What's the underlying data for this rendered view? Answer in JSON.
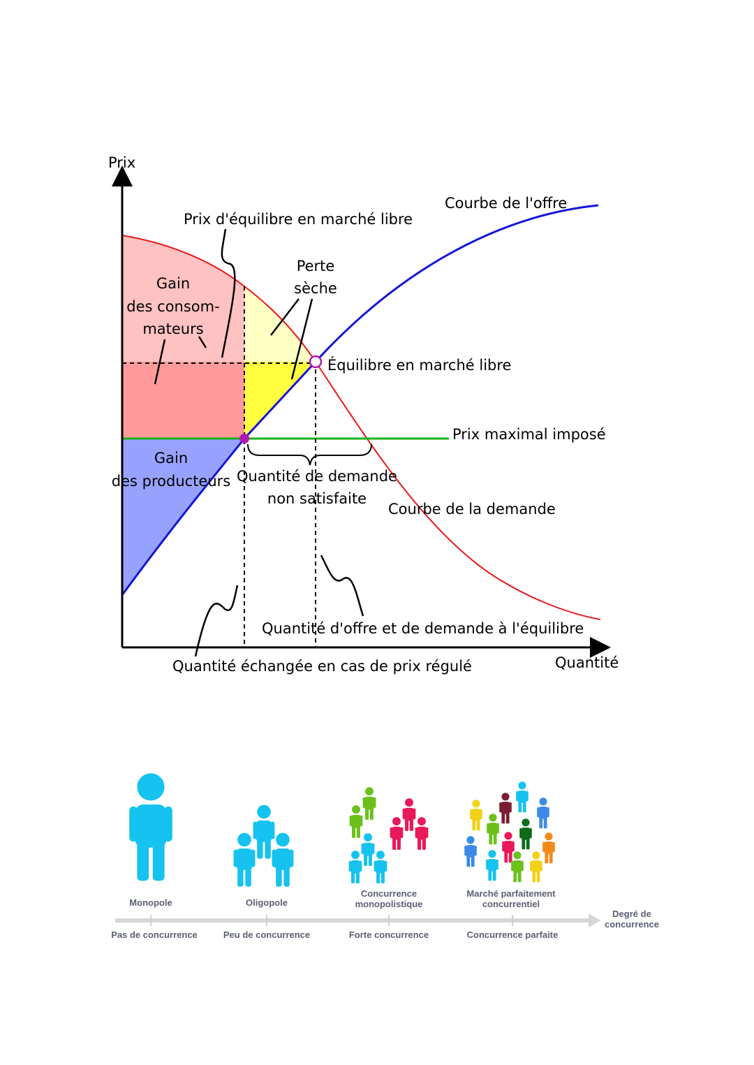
{
  "diagram": {
    "y_axis_label": "Prix",
    "x_axis_label": "Quantité",
    "supply_label": "Courbe de l'offre",
    "demand_label": "Courbe de la demande",
    "free_price_label": "Prix d'équilibre en marché libre",
    "deadweight_label": [
      "Perte",
      "sèche"
    ],
    "consumer_gain_label": [
      "Gain",
      "des consom-",
      "mateurs"
    ],
    "producer_gain_label": [
      "Gain",
      "des producteurs"
    ],
    "equilibrium_label": "Équilibre en marché libre",
    "max_price_label": "Prix maximal imposé",
    "unmet_demand_label": [
      "Quantité de demande",
      "non satisfaite"
    ],
    "eq_quantity_label": "Quantité d'offre et de demande à l'équilibre",
    "regulated_quantity_label": "Quantité échangée en cas de prix régulé",
    "colors": {
      "supply": "#1414d8",
      "demand": "#e8191a",
      "max_price": "#19b019",
      "consumer_light": "#ffc2c2",
      "consumer_dark": "#ff9a9a",
      "producer": "#97a2ff",
      "deadweight_light": "#ffffc4",
      "deadweight": "#ffff40"
    }
  },
  "competition": {
    "markets": [
      {
        "name": "Monopole",
        "level": "Pas de concurrence"
      },
      {
        "name": "Oligopole",
        "level": "Peu de concurrence"
      },
      {
        "name": "Concurrence monopolistique",
        "level": "Forte concurrence"
      },
      {
        "name": "Marché parfaitement concurrentiel",
        "level": "Concurrence parfaite"
      }
    ],
    "axis_label": "Degré de concurrence"
  }
}
